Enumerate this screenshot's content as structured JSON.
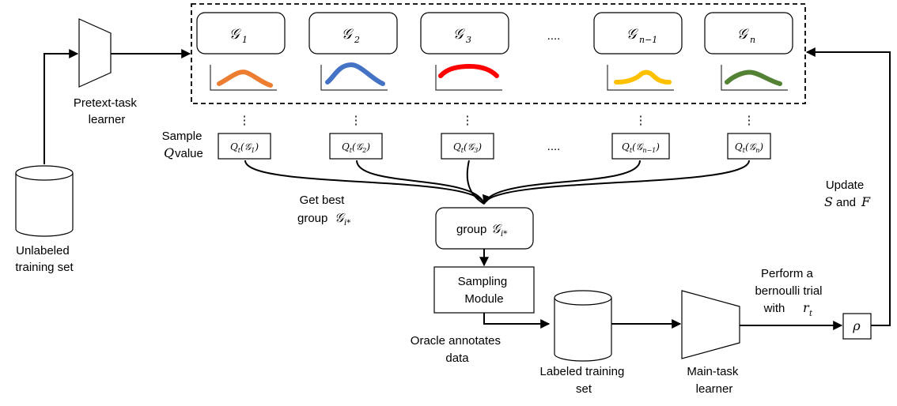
{
  "labels": {
    "pretext_learner": [
      "Pretext-task",
      "learner"
    ],
    "unlabeled_set": [
      "Unlabeled",
      "training set"
    ],
    "sample_q": [
      "Sample",
      "value"
    ],
    "sample_q_symbol": "Q",
    "get_best": [
      "Get best",
      "group"
    ],
    "get_best_symbol": "𝒢",
    "get_best_subscript": "i*",
    "best_group_box": "group",
    "best_group_symbol": "𝒢",
    "best_group_subscript": "i*",
    "sampling_module": [
      "Sampling",
      "Module"
    ],
    "oracle": [
      "Oracle annotates",
      "data"
    ],
    "labeled_set": [
      "Labeled training",
      "set"
    ],
    "main_learner": [
      "Main-task",
      "learner"
    ],
    "bernoulli": [
      "Perform a",
      "bernoulli trial",
      "with"
    ],
    "bernoulli_symbol": "r",
    "bernoulli_subscript": "t",
    "rho": "ρ",
    "update": [
      "Update",
      "and"
    ],
    "update_symbols": [
      "S",
      "F"
    ],
    "ellipsis": "....",
    "vdots": "⋮"
  },
  "groups": [
    {
      "symbol": "𝒢",
      "sub": "1",
      "q_label": "Q",
      "q_sub": "t",
      "q_arg": "(𝒢",
      "q_arg_sub": "1",
      "q_close": ")",
      "curve_color": "#ED7D31"
    },
    {
      "symbol": "𝒢",
      "sub": "2",
      "q_label": "Q",
      "q_sub": "t",
      "q_arg": "(𝒢",
      "q_arg_sub": "2",
      "q_close": ")",
      "curve_color": "#4472C4"
    },
    {
      "symbol": "𝒢",
      "sub": "3",
      "q_label": "Q",
      "q_sub": "t",
      "q_arg": "(𝒢",
      "q_arg_sub": "3",
      "q_close": ")",
      "curve_color": "#FF0000"
    },
    {
      "symbol": "𝒢",
      "sub": "n−1",
      "q_label": "Q",
      "q_sub": "t",
      "q_arg": "(𝒢",
      "q_arg_sub": "n−1",
      "q_close": ")",
      "curve_color": "#FFC000"
    },
    {
      "symbol": "𝒢",
      "sub": "n",
      "q_label": "Q",
      "q_sub": "t",
      "q_arg": "(𝒢",
      "q_arg_sub": "n",
      "q_close": ")",
      "curve_color": "#548235"
    }
  ]
}
